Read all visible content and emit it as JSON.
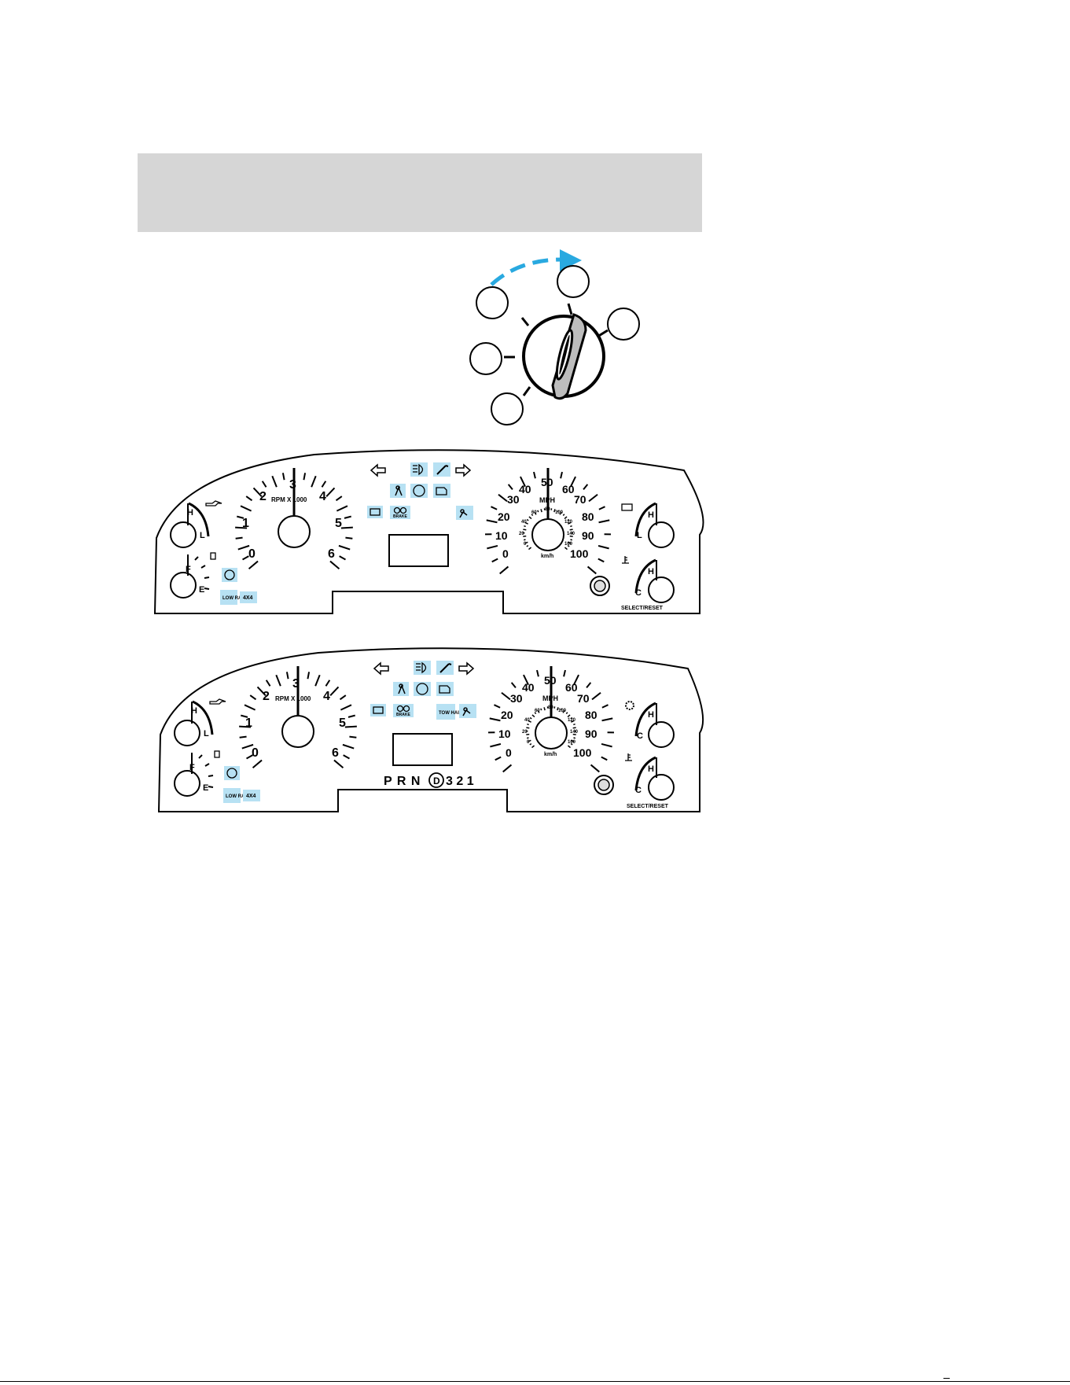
{
  "colors": {
    "accent_arrow": "#29a9e0",
    "indicator_fill": "#b7e1f3",
    "header_band": "#d6d6d6",
    "ignition_key": "#bdbdbd"
  },
  "ignition": {
    "positions": 5,
    "arrow_icon": "clockwise-arrow-icon"
  },
  "cluster_top": {
    "tachometer": {
      "label": "RPM X 1000",
      "scale": [
        "0",
        "1",
        "2",
        "3",
        "4",
        "5",
        "6"
      ]
    },
    "speedometer": {
      "label": "MPH",
      "scale": [
        "0",
        "10",
        "20",
        "30",
        "40",
        "50",
        "60",
        "70",
        "80",
        "90",
        "100"
      ],
      "kmh_label": "km/h",
      "kmh_scale": [
        "0",
        "20",
        "40",
        "60",
        "80",
        "100",
        "120",
        "140",
        "160"
      ]
    },
    "oil_gauge": {
      "high": "H",
      "low": "L"
    },
    "fuel_gauge": {
      "full": "F",
      "empty": "E"
    },
    "battery_gauge": {
      "high": "H",
      "low": "L"
    },
    "temp_gauge": {
      "high": "H",
      "cold": "C"
    },
    "indicators": {
      "brake": "BRAKE",
      "low_range": "LOW RANGE",
      "fourbyfour": "4X4"
    },
    "select_reset": "SELECT/RESET"
  },
  "cluster_bottom": {
    "tachometer": {
      "label": "RPM X 1000",
      "scale": [
        "0",
        "1",
        "2",
        "3",
        "4",
        "5",
        "6"
      ]
    },
    "speedometer": {
      "label": "MPH",
      "scale": [
        "0",
        "10",
        "20",
        "30",
        "40",
        "50",
        "60",
        "70",
        "80",
        "90",
        "100"
      ],
      "kmh_label": "km/h",
      "kmh_scale": [
        "0",
        "20",
        "40",
        "60",
        "80",
        "100",
        "120",
        "140",
        "160"
      ]
    },
    "oil_gauge": {
      "high": "H",
      "low": "L"
    },
    "fuel_gauge": {
      "full": "F",
      "empty": "E"
    },
    "trans_temp_gauge": {
      "high": "H",
      "cold": "C"
    },
    "temp_gauge": {
      "high": "H",
      "cold": "C"
    },
    "indicators": {
      "brake": "BRAKE",
      "tow_haul": "TOW HAUL",
      "low_range": "LOW RANGE",
      "fourbyfour": "4X4"
    },
    "prndl": "P R N",
    "prndl_selected": "D",
    "prndl_tail": "3 2 1",
    "select_reset": "SELECT/RESET"
  }
}
